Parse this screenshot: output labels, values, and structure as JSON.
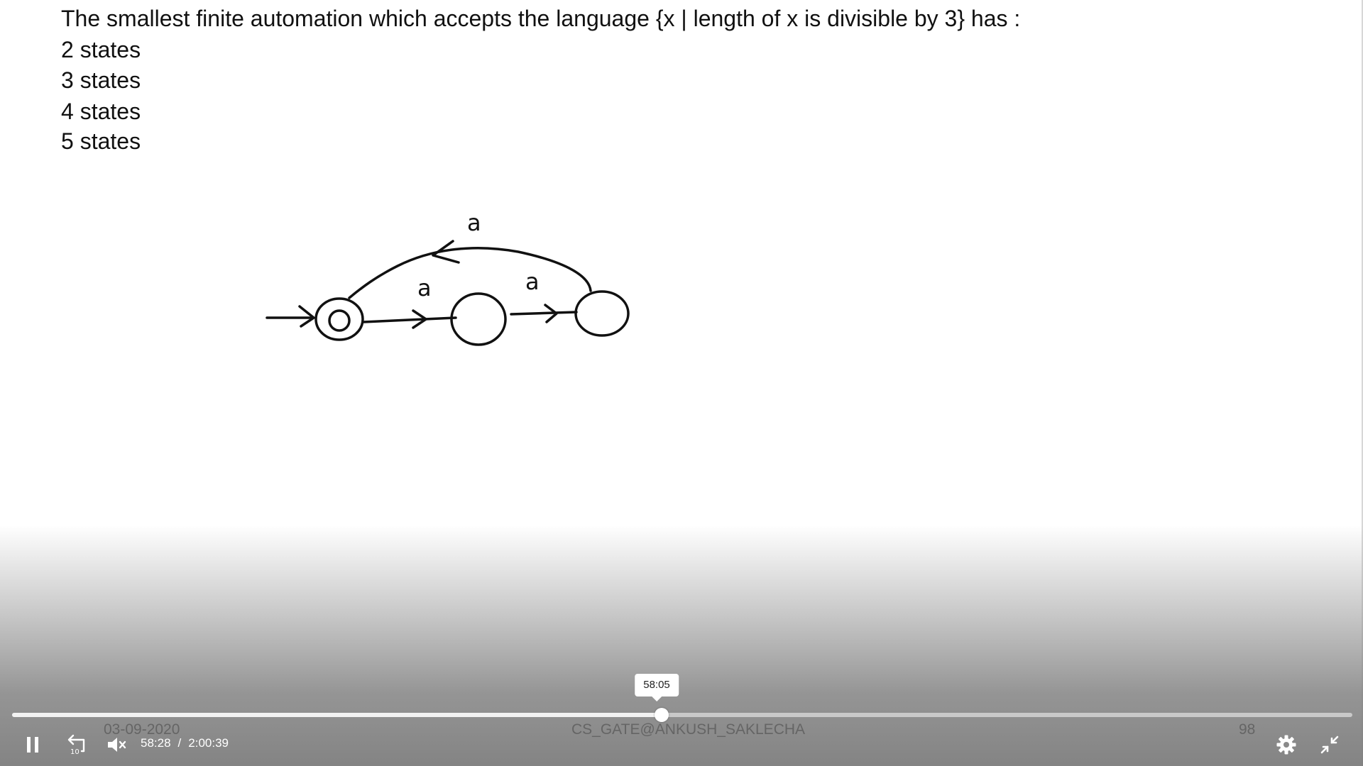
{
  "slide": {
    "question": "The smallest finite automation which accepts the language {x | length of x is divisible by 3} has :",
    "options": [
      "2 states",
      " 3 states",
      "4 states",
      " 5 states"
    ],
    "diagram": {
      "loop_label": "a",
      "edge_labels": [
        "a",
        "a"
      ]
    }
  },
  "watermark": {
    "date": "03-09-2020",
    "author": "CS_GATE@ANKUSH_SAKLECHA",
    "page_number": "98"
  },
  "player": {
    "current_time": "58:28",
    "separator": "/",
    "duration": "2:00:39",
    "hover_time": "58:05",
    "progress_fraction": 0.4846,
    "rewind_amount": "10",
    "icons": [
      "pause-icon",
      "rewind-10-icon",
      "volume-icon",
      "gear-icon",
      "exit-fullscreen-icon"
    ]
  }
}
